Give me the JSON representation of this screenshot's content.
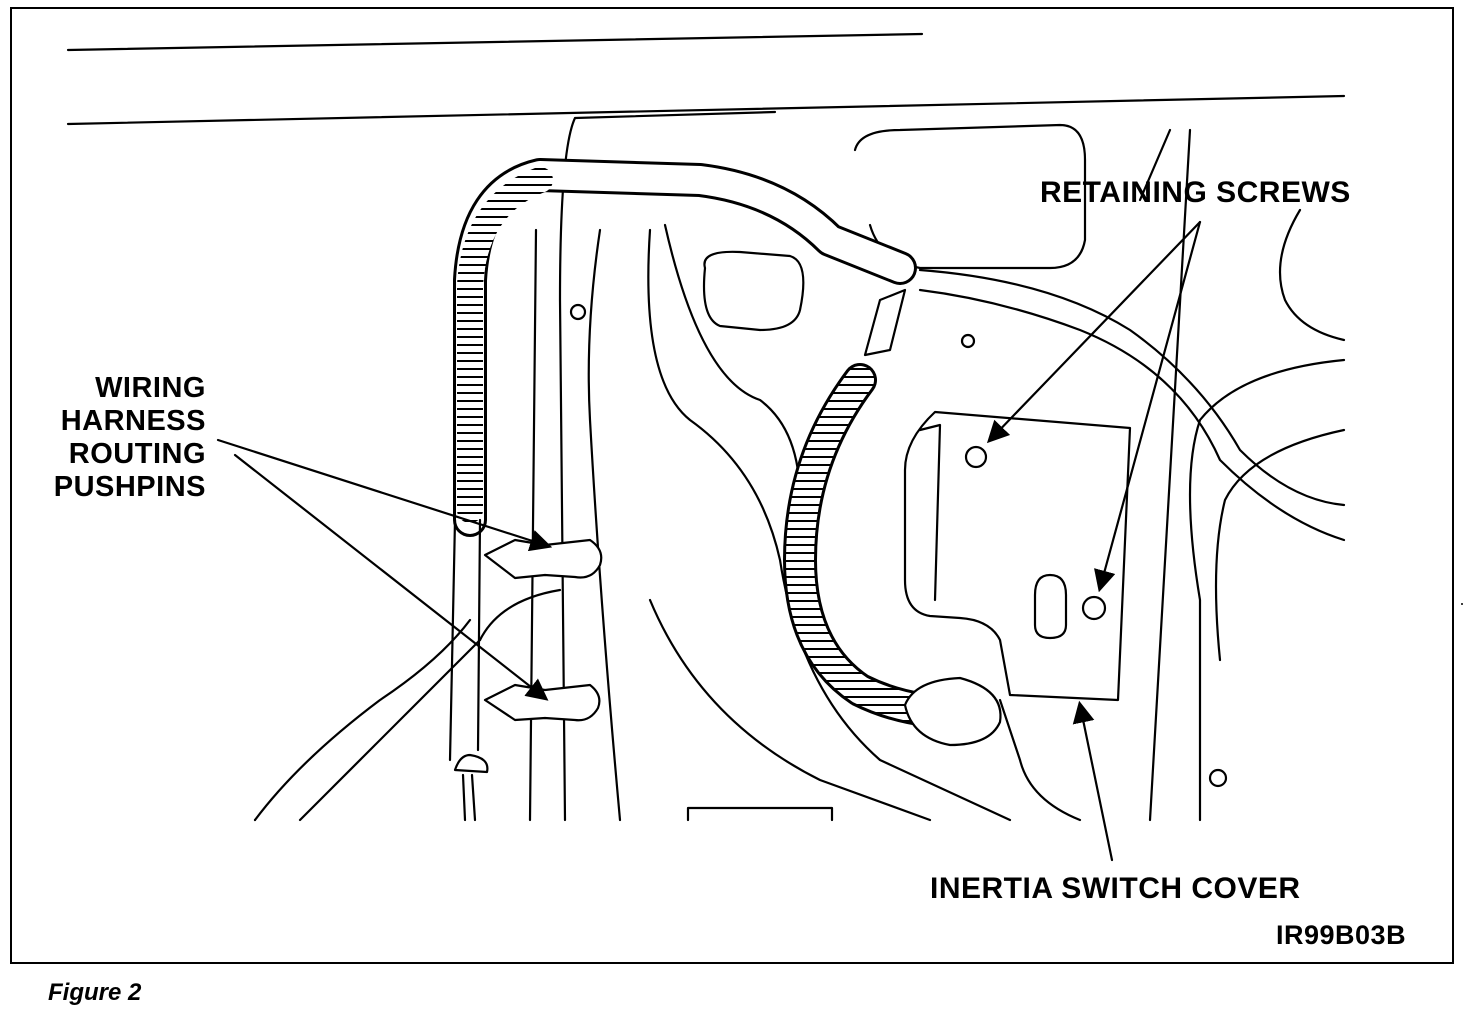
{
  "labels": {
    "wiring_lines": [
      "WIRING",
      "HARNESS",
      "ROUTING",
      "PUSHPINS"
    ],
    "retaining_screws": "RETAINING SCREWS",
    "inertia_switch_cover": "INERTIA SWITCH COVER",
    "code": "IR99B03B"
  },
  "caption": "Figure 2",
  "colors": {
    "ink": "#000000",
    "paper": "#ffffff"
  }
}
